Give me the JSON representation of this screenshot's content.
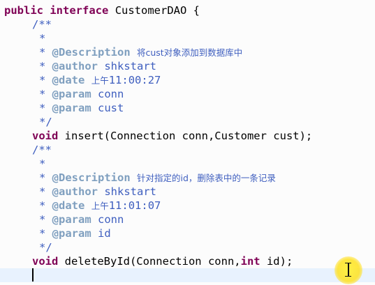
{
  "code": {
    "l01": {
      "kw1": "public",
      "kw2": "interface",
      "name": "CustomerDAO {"
    },
    "l02": "/**",
    "l03": "*",
    "l04": {
      "star": "* ",
      "tag": "@Description",
      "text": "cust",
      "cjk": "将cust对象添加到数据库中"
    },
    "l05": {
      "star": "* ",
      "tag": "@author",
      "text": " shkstart"
    },
    "l06": {
      "star": "* ",
      "tag": "@date",
      "cjk": "上午",
      "text": "11:00:27"
    },
    "l07": {
      "star": "* ",
      "tag": "@param",
      "text": " conn"
    },
    "l08": {
      "star": "* ",
      "tag": "@param",
      "text": " cust"
    },
    "l09": "*/",
    "l10": {
      "kw": "void",
      "text": " insert(Connection conn,Customer cust);"
    },
    "l11": "/**",
    "l12": "*",
    "l13": {
      "star": "* ",
      "tag": "@Description",
      "cjk": "针对指定的id，删除表中的一条记录"
    },
    "l14": {
      "star": "* ",
      "tag": "@author",
      "text": " shkstart"
    },
    "l15": {
      "star": "* ",
      "tag": "@date",
      "cjk": "上午",
      "text": "11:01:07"
    },
    "l16": {
      "star": "* ",
      "tag": "@param",
      "text": " conn"
    },
    "l17": {
      "star": "* ",
      "tag": "@param",
      "text": " id"
    },
    "l18": "*/",
    "l19": {
      "kw": "void",
      "text1": " deleteById(Connection conn,",
      "kw2": "int",
      "text2": " id);"
    }
  },
  "colors": {
    "keyword": "#7f0055",
    "javadoc": "#3f5fbf",
    "javadoc_tag": "#7f9fbf",
    "current_line": "#e8f2fe",
    "cursor_highlight": "#ffe41e"
  }
}
